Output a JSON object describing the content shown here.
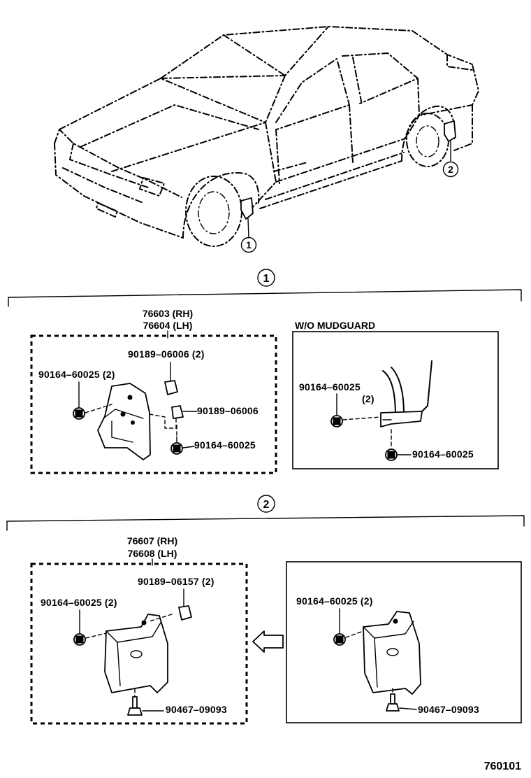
{
  "diagram": {
    "figure_code": "760101",
    "callouts": {
      "one": "1",
      "two": "2"
    },
    "section1": {
      "marker": "1",
      "mudguard_set": {
        "part_rh": "76603 (RH)",
        "part_lh": "76604 (LH)",
        "clip_top": "90189–06006 (2)",
        "screw_left": "90164–60025 (2)",
        "clip_right": "90189–06006",
        "screw_bottom": "90164–60025"
      },
      "without_mudguard": {
        "title": "W/O MUDGUARD",
        "screw_left": "90164–60025",
        "screw_left_qty": "(2)",
        "screw_bottom": "90164–60025"
      }
    },
    "section2": {
      "marker": "2",
      "mudguard_set": {
        "part_rh": "76607 (RH)",
        "part_lh": "76608 (LH)",
        "clip_top": "90189–06157 (2)",
        "screw_left": "90164–60025 (2)",
        "screw_bottom": "90467–09093"
      },
      "alternate": {
        "screw_left": "90164–60025 (2)",
        "screw_bottom": "90467–09093"
      }
    }
  }
}
